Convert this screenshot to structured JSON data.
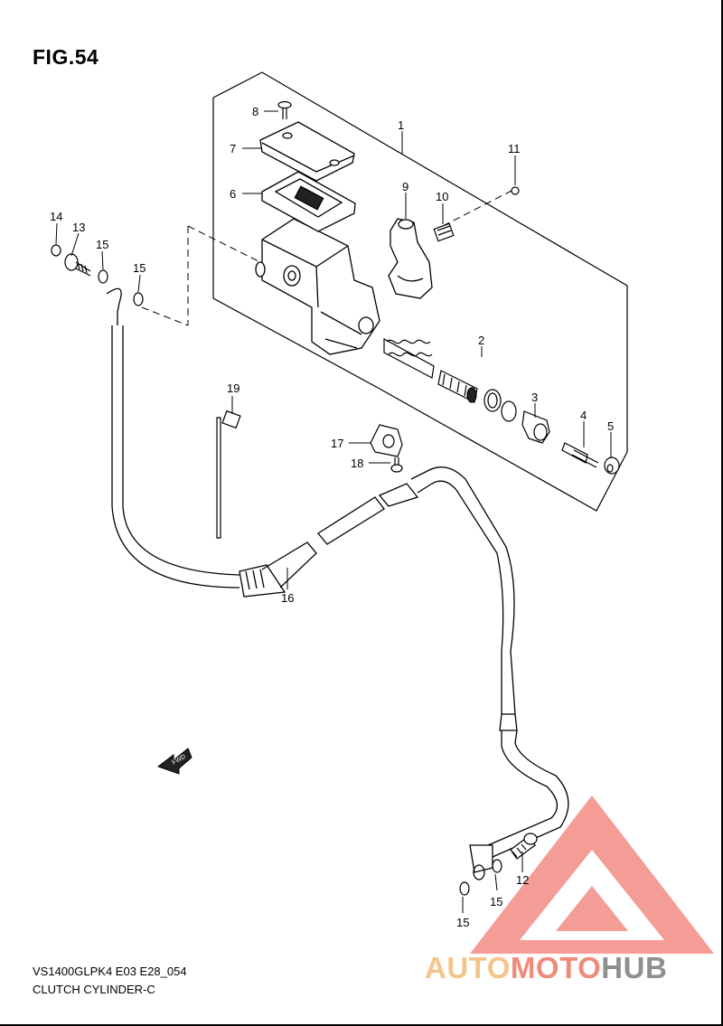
{
  "header": {
    "title": "FIG.54"
  },
  "footer": {
    "model_code": "VS1400GLPK4 E03 E28_054",
    "diagram_name": "CLUTCH CYLINDER-C"
  },
  "arrow": {
    "label": "FWD"
  },
  "callouts": [
    {
      "id": "c1",
      "label": "1"
    },
    {
      "id": "c2",
      "label": "2"
    },
    {
      "id": "c3",
      "label": "3"
    },
    {
      "id": "c4",
      "label": "4"
    },
    {
      "id": "c5",
      "label": "5"
    },
    {
      "id": "c6",
      "label": "6"
    },
    {
      "id": "c7",
      "label": "7"
    },
    {
      "id": "c8",
      "label": "8"
    },
    {
      "id": "c9",
      "label": "9"
    },
    {
      "id": "c10",
      "label": "10"
    },
    {
      "id": "c11",
      "label": "11"
    },
    {
      "id": "c12",
      "label": "12"
    },
    {
      "id": "c13",
      "label": "13"
    },
    {
      "id": "c14",
      "label": "14"
    },
    {
      "id": "c15a",
      "label": "15"
    },
    {
      "id": "c15b",
      "label": "15"
    },
    {
      "id": "c15c",
      "label": "15"
    },
    {
      "id": "c15d",
      "label": "15"
    },
    {
      "id": "c16",
      "label": "16"
    },
    {
      "id": "c17",
      "label": "17"
    },
    {
      "id": "c18",
      "label": "18"
    },
    {
      "id": "c19",
      "label": "19"
    }
  ],
  "watermark": {
    "part1": "AUTO",
    "part2": "MOTO",
    "part3": "HUB",
    "colors": {
      "auto": "#f4c58a",
      "moto": "#f08a7a",
      "hub": "#8f8f8f",
      "logo": "#f28b84"
    }
  }
}
